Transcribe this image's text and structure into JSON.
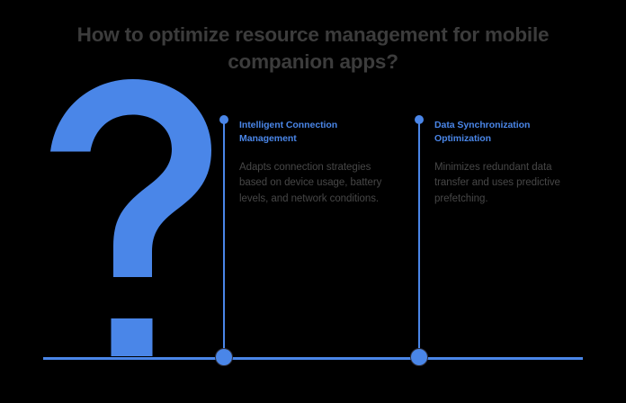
{
  "slide": {
    "title": "How to optimize resource management for mobile\ncompanion apps?",
    "background_color": "#000000",
    "accent_color": "#4a86e8",
    "title_color": "#3c3c3c",
    "body_color": "#474747"
  },
  "decoration": {
    "question_mark_icon": "question-mark-glyph",
    "question_mark_color": "#4a86e8",
    "axis_color": "#4a86e8"
  },
  "milestones": [
    {
      "heading": "Intelligent Connection\nManagement",
      "description": "Adapts connection strategies based on device usage, battery levels, and network conditions."
    },
    {
      "heading": "Data Synchronization\nOptimization",
      "description": "Minimizes redundant data transfer and uses predictive prefetching."
    }
  ],
  "chart_data": {
    "type": "table",
    "title": "How to optimize resource management for mobile companion apps?",
    "categories": [
      "Intelligent Connection Management",
      "Data Synchronization Optimization"
    ],
    "values": [
      "Adapts connection strategies based on device usage, battery levels, and network conditions.",
      "Minimizes redundant data transfer and uses predictive prefetching."
    ],
    "xlabel": "",
    "ylabel": "",
    "legend": []
  }
}
